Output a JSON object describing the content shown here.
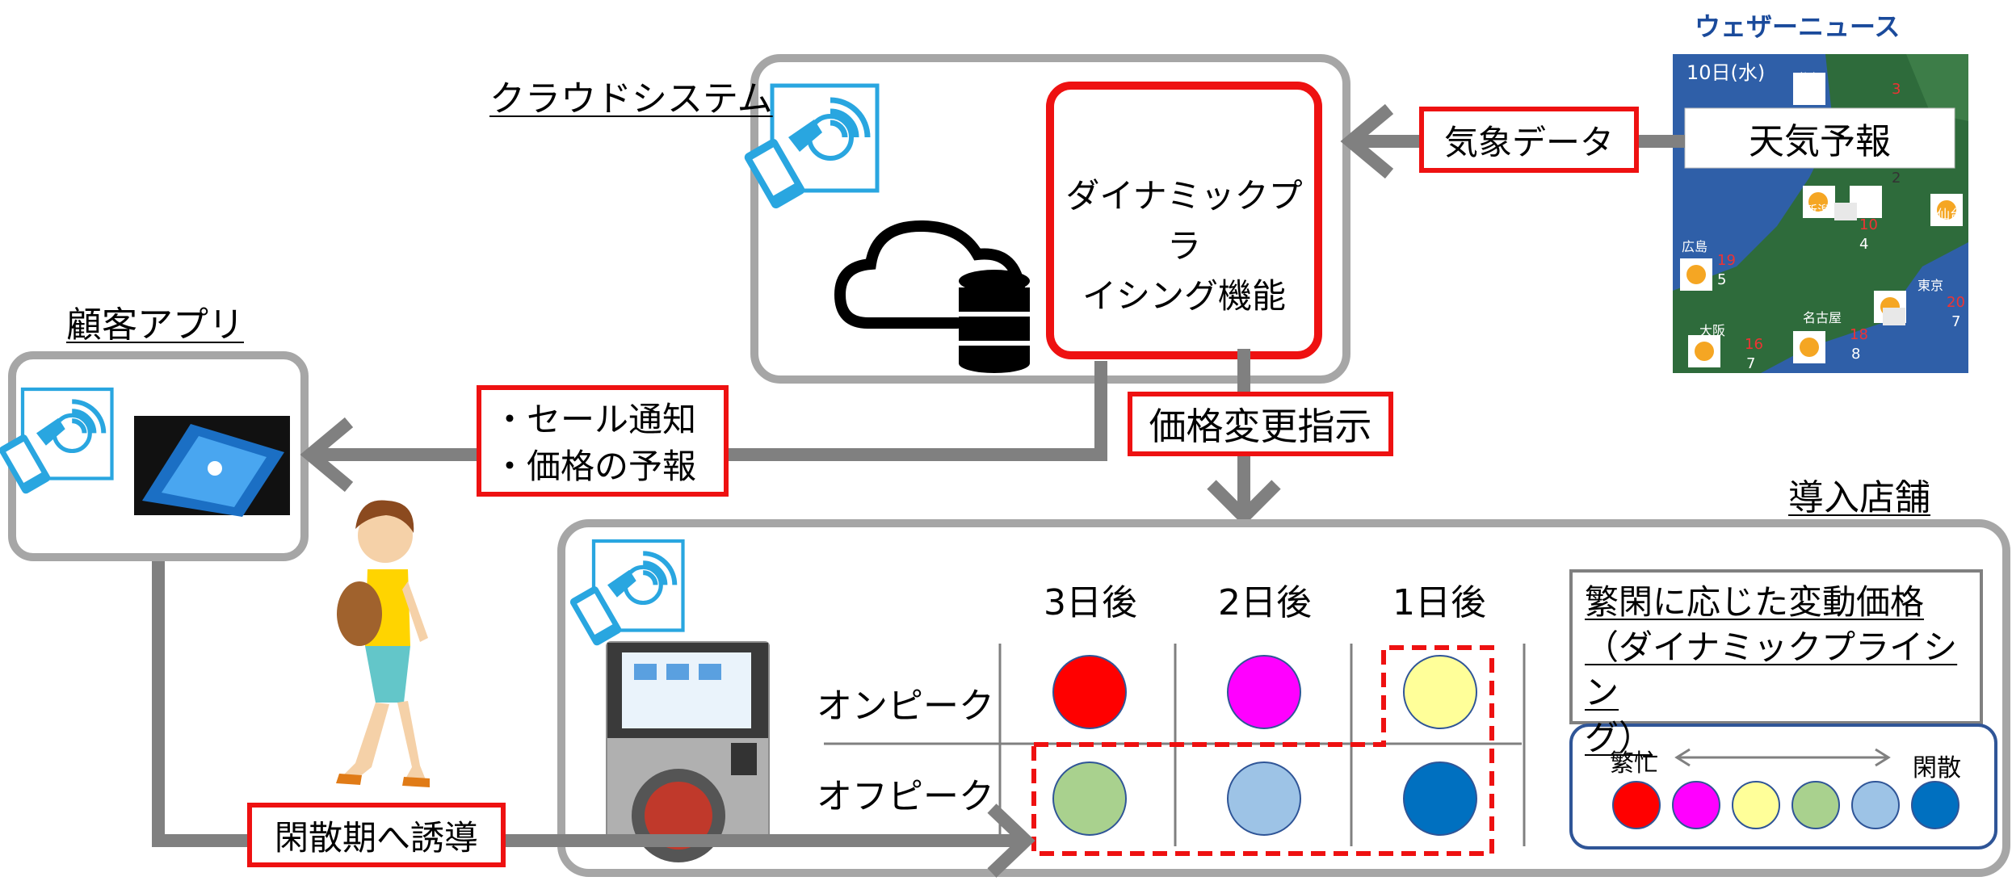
{
  "brand": {
    "name": "ウェザーニュース",
    "color": "#1a4a9b"
  },
  "cloud": {
    "title": "クラウドシステム",
    "function_line1": "ダイナミックプラ",
    "function_line2": "イシング機能"
  },
  "weather": {
    "input_label": "気象データ",
    "forecast_label": "天気予報",
    "map_date": "10日(水)",
    "cities": [
      {
        "name": "札幌",
        "high": "3",
        "low": ""
      },
      {
        "name": "新潟",
        "high": "10",
        "low": "4"
      },
      {
        "name": "仙台",
        "high": "",
        "low": ""
      },
      {
        "name": "広島",
        "high": "19",
        "low": "5"
      },
      {
        "name": "東京",
        "high": "20",
        "low": "7"
      },
      {
        "name": "名古屋",
        "high": "18",
        "low": "8"
      },
      {
        "name": "大阪",
        "high": "16",
        "low": "7"
      }
    ],
    "extra_low": "2"
  },
  "app": {
    "title": "顧客アプリ",
    "notice_line1": "・セール通知",
    "notice_line2": "・価格の予報"
  },
  "price_instruction": "価格変更指示",
  "store": {
    "title": "導入店舗",
    "columns": [
      "3日後",
      "2日後",
      "1日後"
    ],
    "rows": [
      {
        "label": "オンピーク",
        "colors": [
          "#ff0000",
          "#ff00ff",
          "#ffff99"
        ]
      },
      {
        "label": "オフピーク",
        "colors": [
          "#a9d18e",
          "#9dc3e6",
          "#0070c0"
        ]
      }
    ],
    "dynamic_line1": "繁閑に応じた変動価格",
    "dynamic_line2": "（ダイナミックプライシン",
    "dynamic_line3": "グ）",
    "legend": {
      "busy": "繁忙",
      "quiet": "閑散",
      "colors": [
        "#ff0000",
        "#ff00ff",
        "#ffff99",
        "#a9d18e",
        "#9dc3e6",
        "#0070c0"
      ]
    }
  },
  "guide_label": "閑散期へ誘導",
  "colors": {
    "accent_red": "#ee1111",
    "arrow_gray": "#808080",
    "frame_gray": "#a6a6a6",
    "legend_border": "#2f5597"
  }
}
